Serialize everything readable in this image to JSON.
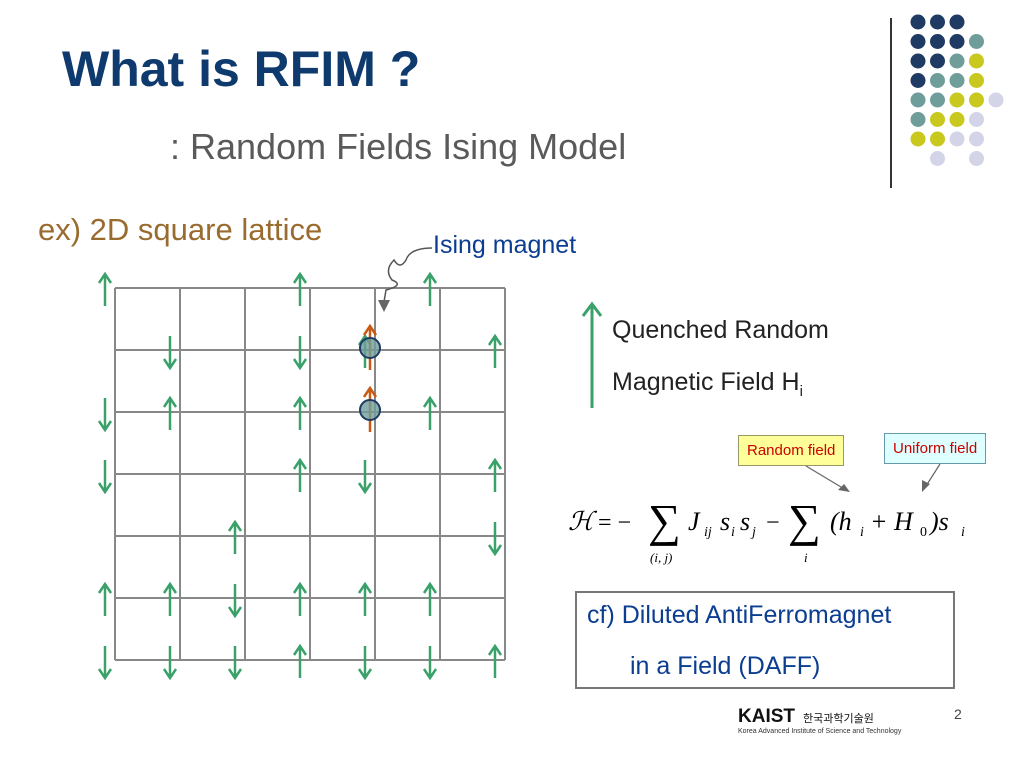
{
  "slide": {
    "title": "What is RFIM ?",
    "subtitle": ": Random Fields Ising Model",
    "example_label": "ex) 2D square lattice",
    "ising_label": "Ising magnet",
    "legend": {
      "line1": "Quenched Random",
      "line2_main": "Magnetic Field H",
      "line2_sub": "i"
    },
    "random_field_label": "Random field",
    "uniform_field_label": "Uniform field",
    "cf_line1": "cf) Diluted AntiFerromagnet",
    "cf_line2": "in a Field (DAFF)",
    "page_number": "2",
    "logo": {
      "main": "KAIST",
      "korean": "한국과학기술원",
      "sub": "Korea Advanced Institute of Science and Technology"
    },
    "formula": {
      "lhs": "ℋ",
      "eq": "= −",
      "sum1_index": "(i, j)",
      "term1": "J",
      "term1_sub": "ij",
      "term1_rest": "s",
      "s_i_sub": "i",
      "s_j": "s",
      "s_j_sub": "j",
      "minus": "−",
      "sum2_index": "i",
      "term2": "(h",
      "h_sub": "i",
      "plus": "+ H",
      "H_sub": "0",
      "close": ")s",
      "final_sub": "i"
    }
  },
  "colors": {
    "title": "#0e3a6e",
    "arrow_green": "#3aa16a",
    "arrow_orange": "#c85a14",
    "lattice": "#888888",
    "dot_navy": "#1f3b63",
    "dot_teal": "#6f9e9a",
    "dot_yellow": "#c8c81e",
    "dot_lavender": "#d4d4e8"
  },
  "decor_dots": [
    [
      "navy",
      "navy",
      "navy",
      null,
      null
    ],
    [
      "navy",
      "navy",
      "navy",
      "teal",
      null
    ],
    [
      "navy",
      "navy",
      "teal",
      "yellow",
      null
    ],
    [
      "navy",
      "teal",
      "teal",
      "yellow",
      null
    ],
    [
      "teal",
      "teal",
      "yellow",
      "yellow",
      "lavender"
    ],
    [
      "teal",
      "yellow",
      "yellow",
      "lavender",
      null
    ],
    [
      "yellow",
      "yellow",
      "lavender",
      "lavender",
      null
    ],
    [
      null,
      "lavender",
      null,
      "lavender",
      null
    ]
  ],
  "lattice_arrows": [
    {
      "col": 0,
      "row": 0,
      "dir": "up"
    },
    {
      "col": 0,
      "row": 2,
      "dir": "down"
    },
    {
      "col": 0,
      "row": 3,
      "dir": "down"
    },
    {
      "col": 0,
      "row": 5,
      "dir": "up"
    },
    {
      "col": 0,
      "row": 6,
      "dir": "down"
    },
    {
      "col": 1,
      "row": 1,
      "dir": "down"
    },
    {
      "col": 1,
      "row": 2,
      "dir": "up"
    },
    {
      "col": 1,
      "row": 5,
      "dir": "up"
    },
    {
      "col": 1,
      "row": 6,
      "dir": "down"
    },
    {
      "col": 2,
      "row": 4,
      "dir": "up"
    },
    {
      "col": 2,
      "row": 5,
      "dir": "down"
    },
    {
      "col": 2,
      "row": 6,
      "dir": "down"
    },
    {
      "col": 3,
      "row": 0,
      "dir": "up"
    },
    {
      "col": 3,
      "row": 1,
      "dir": "down"
    },
    {
      "col": 3,
      "row": 2,
      "dir": "up"
    },
    {
      "col": 3,
      "row": 3,
      "dir": "up"
    },
    {
      "col": 3,
      "row": 5,
      "dir": "up"
    },
    {
      "col": 3,
      "row": 6,
      "dir": "up"
    },
    {
      "col": 4,
      "row": 1,
      "dir": "up"
    },
    {
      "col": 4,
      "row": 3,
      "dir": "down"
    },
    {
      "col": 4,
      "row": 5,
      "dir": "up"
    },
    {
      "col": 4,
      "row": 6,
      "dir": "down"
    },
    {
      "col": 5,
      "row": 0,
      "dir": "up"
    },
    {
      "col": 5,
      "row": 2,
      "dir": "up"
    },
    {
      "col": 5,
      "row": 5,
      "dir": "up"
    },
    {
      "col": 5,
      "row": 6,
      "dir": "down"
    },
    {
      "col": 6,
      "row": 1,
      "dir": "up"
    },
    {
      "col": 6,
      "row": 3,
      "dir": "up"
    },
    {
      "col": 6,
      "row": 4,
      "dir": "down"
    },
    {
      "col": 6,
      "row": 6,
      "dir": "up"
    }
  ]
}
